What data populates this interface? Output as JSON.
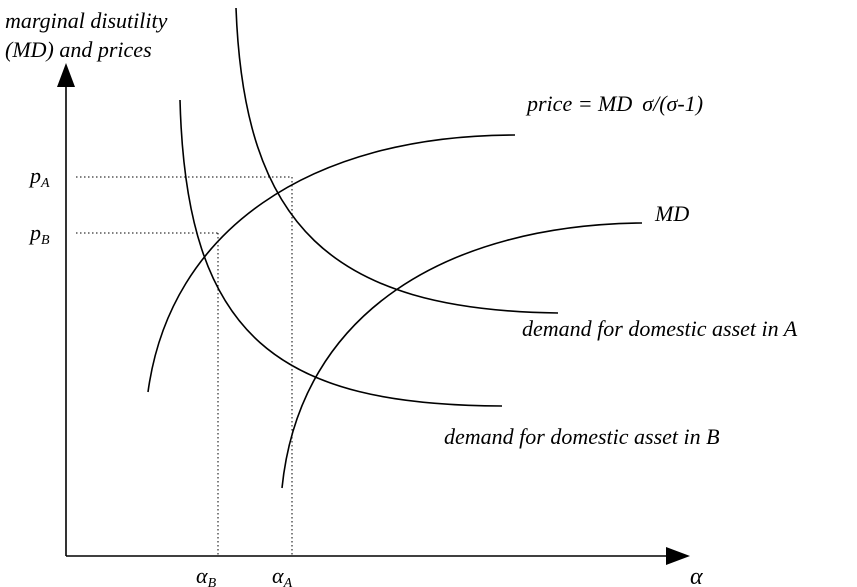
{
  "y_axis_label_line1": "marginal disutility",
  "y_axis_label_line2": "(MD) and prices",
  "x_axis_label": "α",
  "price_curve_label_a": "price = MD",
  "price_curve_label_b": "σ/(σ-1)",
  "md_curve_label": "MD",
  "demand_a_label": "demand for domestic asset in A",
  "demand_b_label": "demand for domestic asset in B",
  "p_a_main": "p",
  "p_a_sub": "A",
  "p_b_main": "p",
  "p_b_sub": "B",
  "alpha_a_main": "α",
  "alpha_a_sub": "A",
  "alpha_b_main": "α",
  "alpha_b_sub": "B"
}
